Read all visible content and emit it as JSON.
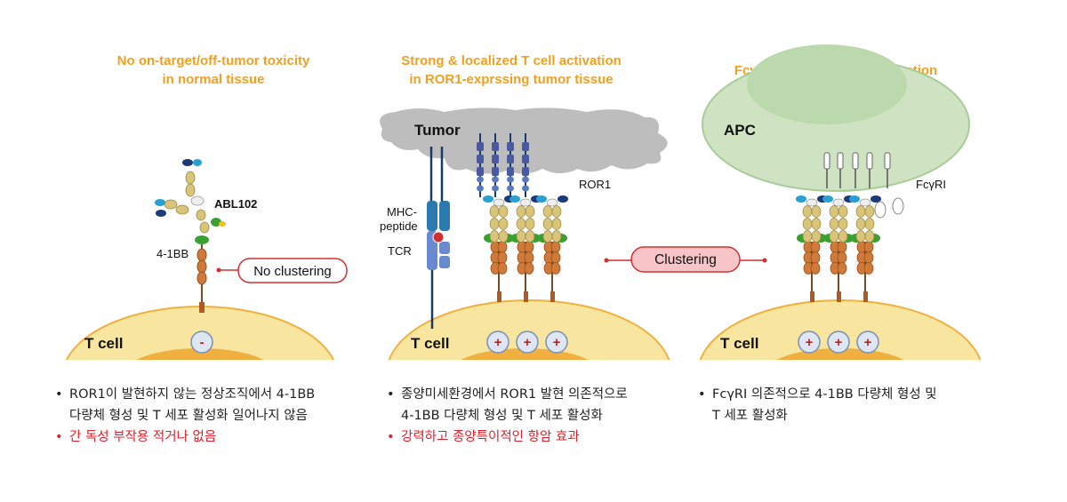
{
  "panels": [
    {
      "title": [
        "No on-target/off-tumor toxicity",
        "in normal tissue"
      ],
      "cell_label": "T cell",
      "sign": "-",
      "labels": {
        "antibody": "ABL102",
        "receptor": "4-1BB",
        "callout": "No clustering"
      },
      "bullets": [
        {
          "lines": [
            "ROR1이 발현하지 않는 정상조직에서 4-1BB",
            "다량체 형성 및 T 세포 활성화 일어나지 않음"
          ],
          "red": false
        },
        {
          "lines": [
            "간 독성 부작용 적거나 없음"
          ],
          "red": true
        }
      ]
    },
    {
      "title": [
        "Strong & localized T cell activation",
        "in ROR1-exprssing tumor tissue"
      ],
      "cell_label": "T cell",
      "top_cell": "Tumor",
      "signs": [
        "+",
        "+",
        "+"
      ],
      "labels": {
        "mhc1": "MHC-",
        "mhc2": "peptide",
        "tcr": "TCR",
        "ror1": "ROR1"
      },
      "bullets": [
        {
          "lines": [
            "종양미세환경에서 ROR1 발현 의존적으로",
            "4-1BB 다량체 형성 및 T 세포 활성화"
          ],
          "red": false
        },
        {
          "lines": [
            "강력하고 종양특이적인 항암 효과"
          ],
          "red": true
        }
      ]
    },
    {
      "title": [
        "FcγRI-mediated T cell activation"
      ],
      "cell_label": "T cell",
      "top_cell": "APC",
      "signs": [
        "+",
        "+",
        "+"
      ],
      "labels": {
        "fcr": "FcγRI"
      },
      "bullets": [
        {
          "lines": [
            "FcγRI 의존적으로 4-1BB 다량체 형성 및",
            "T 세포 활성화"
          ],
          "red": false
        }
      ]
    }
  ],
  "center_callout": "Clustering",
  "bullet_glyph": "•",
  "colors": {
    "title": "#f0a020",
    "red": "#e0202a",
    "tcell": "#f8e6a0",
    "nucleus": "#f0b040",
    "tumor": "#c4c4c4",
    "apc": "#cfe3c2",
    "bead": "#d07a3a",
    "callout_fill": "#f7c5c8",
    "callout_border": "#d03030"
  }
}
